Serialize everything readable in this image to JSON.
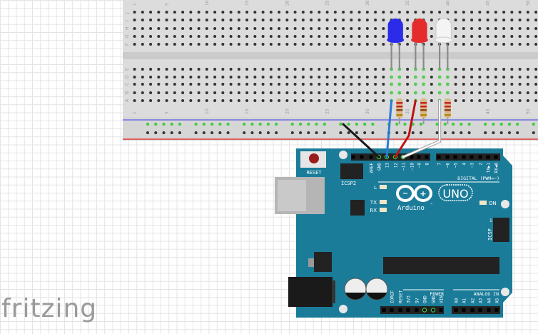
{
  "breadboard": {
    "rows_top": [
      "J",
      "I",
      "H",
      "G",
      "F"
    ],
    "rows_bottom": [
      "E",
      "D",
      "C",
      "B",
      "A"
    ],
    "column_numbers": [
      "1",
      "5",
      "10",
      "15",
      "20",
      "25",
      "30",
      "35",
      "40",
      "45",
      "50"
    ],
    "leds": [
      {
        "color": "blue",
        "hex": "#2b2bea"
      },
      {
        "color": "red",
        "hex": "#e52c2c"
      },
      {
        "color": "white",
        "hex": "#f4f4f4"
      }
    ],
    "wire_colors": {
      "gnd": "#1a1a1a",
      "pin13": "#2a7bd6",
      "pin12": "#c01010",
      "pin11": "#ffffff"
    }
  },
  "arduino": {
    "board_color": "#1b7c9a",
    "reset_label": "RESET",
    "icsp2_label": "ICSP2",
    "icsp_label": "ICSP",
    "icsp_pin1": "1",
    "led_l": "L",
    "led_tx": "TX",
    "led_rx": "RX",
    "led_on": "ON",
    "brand": "Arduino",
    "model": "UNO",
    "tm": "™",
    "digital_label": "DIGITAL (PWM=~)",
    "power_label": "POWER",
    "analog_label": "ANALOG IN",
    "top_pins_a": [
      "AREF",
      "GND",
      "13",
      "12",
      "~11",
      "~10",
      "~9",
      "8"
    ],
    "top_pins_b": [
      "7",
      "~6",
      "~5",
      "4",
      "~3",
      "2",
      "TX▶1",
      "RX◀0"
    ],
    "power_pins": [
      "IOREF",
      "RESET",
      "3V3",
      "5V",
      "GND",
      "GND",
      "VIN"
    ],
    "analog_pins": [
      "A0",
      "A1",
      "A2",
      "A3",
      "A4",
      "A5"
    ]
  },
  "logo": "fritzing"
}
